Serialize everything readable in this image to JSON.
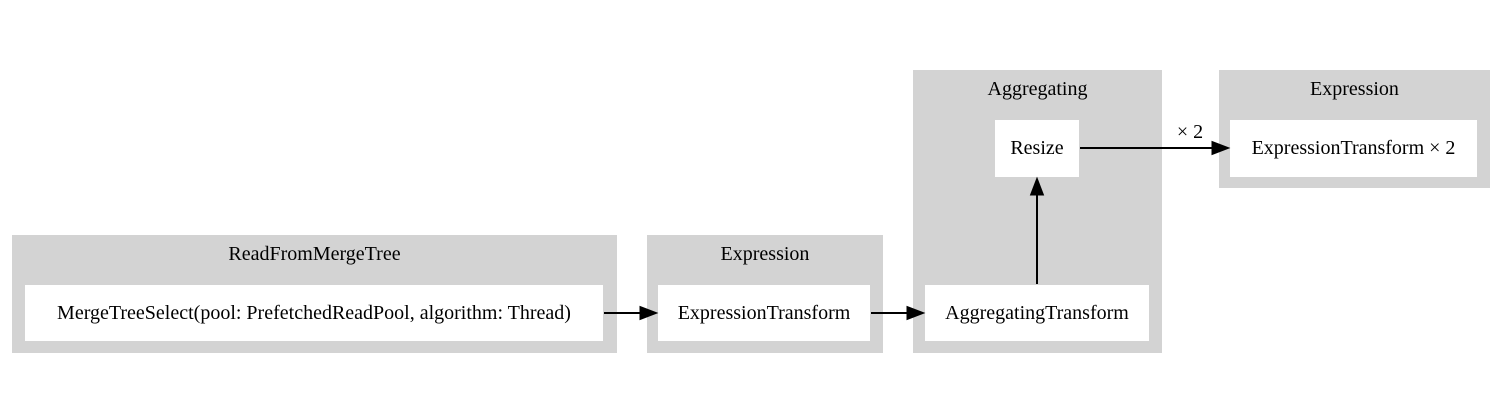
{
  "diagram": {
    "kind": "query-pipeline-graph",
    "colors": {
      "background": "#ffffff",
      "cluster_fill": "#d3d3d3",
      "node_fill": "#ffffff",
      "edge_color": "#000000",
      "text_color": "#000000"
    },
    "clusters": [
      {
        "title": "ReadFromMergeTree",
        "nodes": [
          "MergeTreeSelect(pool: PrefetchedReadPool, algorithm: Thread)"
        ]
      },
      {
        "title": "Expression",
        "nodes": [
          "ExpressionTransform"
        ]
      },
      {
        "title": "Aggregating",
        "nodes": [
          "Resize",
          "AggregatingTransform"
        ]
      },
      {
        "title": "Expression",
        "nodes": [
          "ExpressionTransform × 2"
        ]
      }
    ],
    "edges": [
      {
        "from": "MergeTreeSelect(pool: PrefetchedReadPool, algorithm: Thread)",
        "to": "ExpressionTransform",
        "label": ""
      },
      {
        "from": "ExpressionTransform",
        "to": "AggregatingTransform",
        "label": ""
      },
      {
        "from": "AggregatingTransform",
        "to": "Resize",
        "label": ""
      },
      {
        "from": "Resize",
        "to": "ExpressionTransform × 2",
        "label": "× 2"
      }
    ]
  }
}
